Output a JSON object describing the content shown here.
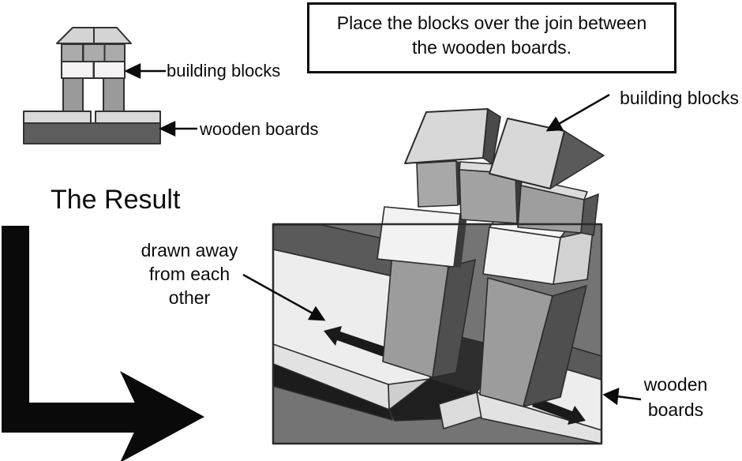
{
  "instruction_box": {
    "line1": "Place the blocks over the join between",
    "line2": "the wooden boards."
  },
  "setup_panel": {
    "label_building_blocks": "building blocks",
    "label_wooden_boards": "wooden boards"
  },
  "result_section": {
    "title": "The Result"
  },
  "result_panel": {
    "label_building_blocks": "building blocks",
    "drawn_away_line1": "drawn away",
    "drawn_away_line2": "from each",
    "drawn_away_line3": "other",
    "wooden_boards_line1": "wooden",
    "wooden_boards_line2": "boards"
  },
  "colors": {
    "background": "#ffffff",
    "outline": "#2b2b2b",
    "arrow_black": "#0a0a0a",
    "floor": "#747474",
    "board_far_strip": "#5a5a5a",
    "board_surface": "#ededed",
    "board_front": "#e2e2e2",
    "board_shadow": "#1c1c1c",
    "pillar_front": "#9c9c9c",
    "pillar_side": "#4f4f4f",
    "light_block": "#f2f2f2",
    "gray_cube": "#a6a6a6",
    "roof": "#d8d8d8",
    "roof_dark": "#5a5a5a"
  }
}
